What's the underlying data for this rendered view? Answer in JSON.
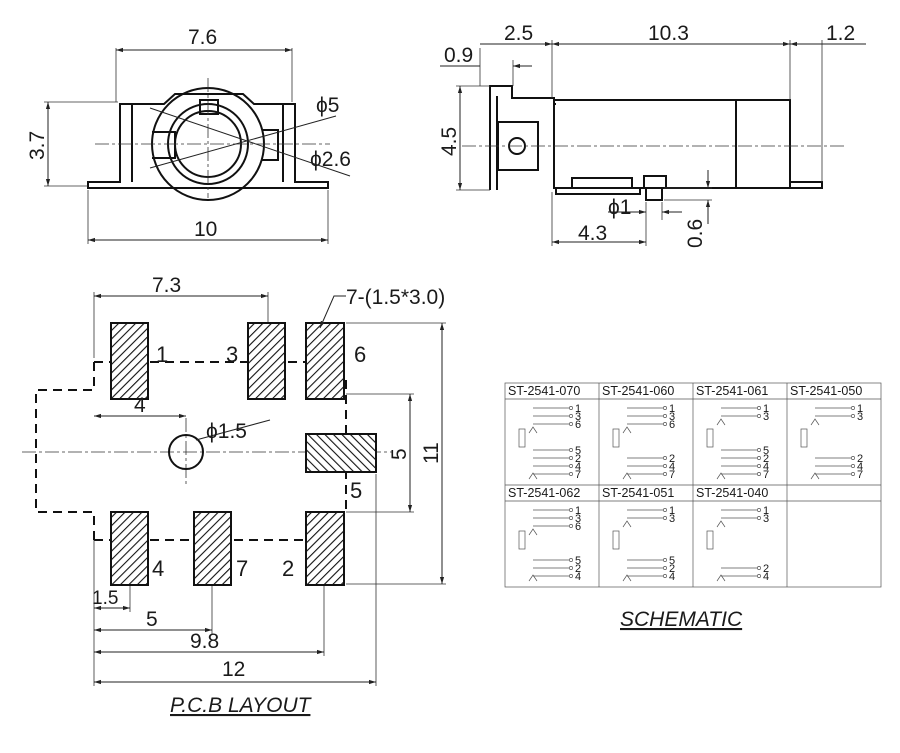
{
  "front_view": {
    "dims": {
      "width_top": "7.6",
      "height": "3.7",
      "width_bottom": "10",
      "phi5": "ϕ5",
      "phi26": "ϕ2.6"
    }
  },
  "side_view": {
    "dims": {
      "d09": "0.9",
      "d25": "2.5",
      "d103": "10.3",
      "d12": "1.2",
      "d45": "4.5",
      "phi1": "ϕ1",
      "d43": "4.3",
      "d06": "0.6"
    }
  },
  "pcb_layout": {
    "caption": "P.C.B LAYOUT",
    "pad_spec": "7-(1.5*3.0)",
    "dims": {
      "d73": "7.3",
      "d4": "4",
      "phi15": "ϕ1.5",
      "d5_right": "5",
      "d11": "11",
      "d15": "1.5",
      "d5_bottom": "5",
      "d98": "9.8",
      "d12": "12"
    },
    "pins": {
      "p1": "1",
      "p3": "3",
      "p6": "6",
      "p5": "5",
      "p4": "4",
      "p7": "7",
      "p2": "2"
    }
  },
  "schematic": {
    "caption": "SCHEMATIC",
    "models": [
      {
        "name": "ST-2541-070",
        "pins_top": [
          "1",
          "3",
          "6"
        ],
        "pins_bottom": [
          "5",
          "2",
          "4",
          "7"
        ]
      },
      {
        "name": "ST-2541-060",
        "pins_top": [
          "1",
          "3",
          "6"
        ],
        "pins_bottom": [
          "2",
          "4",
          "7"
        ]
      },
      {
        "name": "ST-2541-061",
        "pins_top": [
          "1",
          "3"
        ],
        "pins_bottom": [
          "5",
          "2",
          "4",
          "7"
        ]
      },
      {
        "name": "ST-2541-050",
        "pins_top": [
          "1",
          "3"
        ],
        "pins_bottom": [
          "2",
          "4",
          "7"
        ]
      },
      {
        "name": "ST-2541-062",
        "pins_top": [
          "1",
          "3",
          "6"
        ],
        "pins_bottom": [
          "5",
          "2",
          "4"
        ]
      },
      {
        "name": "ST-2541-051",
        "pins_top": [
          "1",
          "3"
        ],
        "pins_bottom": [
          "5",
          "2",
          "4"
        ]
      },
      {
        "name": "ST-2541-040",
        "pins_top": [
          "1",
          "3"
        ],
        "pins_bottom": [
          "2",
          "4"
        ]
      }
    ]
  }
}
